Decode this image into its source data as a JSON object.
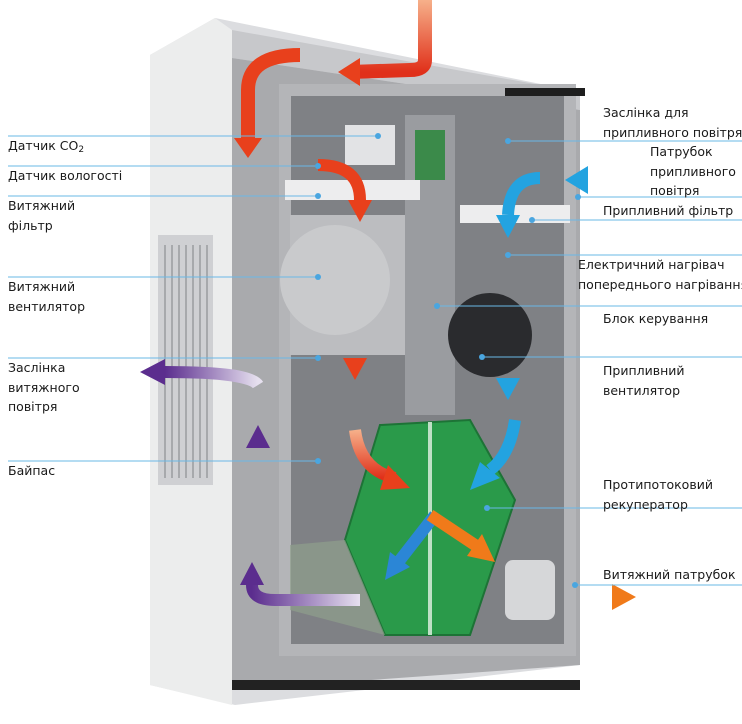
{
  "title": "Припливно-витяжна установка з рекуперацією",
  "colors": {
    "leader": "#6ab8e6",
    "extract": "#e8401c",
    "supply": "#23a3e0",
    "exhaust": "#f07a1a",
    "outdoor": "#5b2d8e",
    "recuperator": "#2a9a4a"
  },
  "left_labels": [
    {
      "id": "co2",
      "lines": [
        "Датчик CO"
      ],
      "sub": "2"
    },
    {
      "id": "humidity",
      "lines": [
        "Датчик вологості"
      ]
    },
    {
      "id": "extract-filter",
      "lines": [
        "Витяжний",
        "фільтр"
      ]
    },
    {
      "id": "extract-fan",
      "lines": [
        "Витяжний",
        "вентилятор"
      ]
    },
    {
      "id": "extract-damper",
      "lines": [
        "Заслінка",
        "витяжного",
        "повітря"
      ]
    },
    {
      "id": "bypass",
      "lines": [
        "Байпас"
      ]
    }
  ],
  "right_labels": [
    {
      "id": "supply-damper",
      "lines": [
        "Заслінка для",
        "припливного повітря"
      ]
    },
    {
      "id": "supply-inlet",
      "lines": [
        "Патрубок",
        "припливного",
        "повітря"
      ]
    },
    {
      "id": "supply-filter",
      "lines": [
        "Припливний фільтр"
      ]
    },
    {
      "id": "preheater",
      "lines": [
        "Електричний нагрівач",
        "попереднього нагрівання"
      ]
    },
    {
      "id": "control-unit",
      "lines": [
        "Блок керування"
      ]
    },
    {
      "id": "supply-fan",
      "lines": [
        "Припливний",
        "вентилятор"
      ]
    },
    {
      "id": "recuperator",
      "lines": [
        "Протипотоковий",
        "рекуператор"
      ]
    },
    {
      "id": "exhaust-outlet",
      "lines": [
        "Витяжний патрубок"
      ]
    }
  ]
}
